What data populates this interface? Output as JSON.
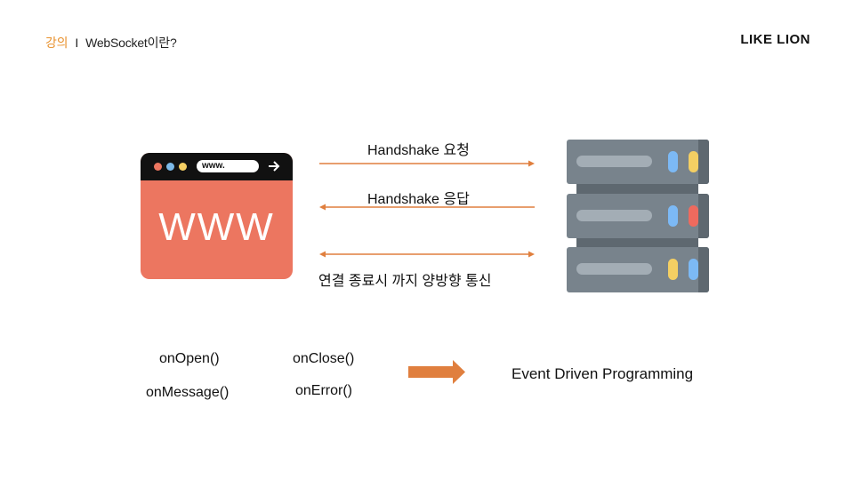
{
  "header": {
    "category": "강의",
    "separator": "I",
    "title": "WebSocket이란?",
    "logo": "LIKE LION"
  },
  "browser": {
    "url": "www.",
    "big_text": "WWW",
    "colors": {
      "body": "#ec7660",
      "bar": "#111111"
    }
  },
  "arrows": {
    "handshake_request": "Handshake 요청",
    "handshake_response": "Handshake 응답",
    "bidirectional": "연결 종료시 까지 양방향 통신",
    "color": "#e07f3e"
  },
  "server": {
    "led_colors": {
      "blue": "#7cb9f5",
      "yellow": "#f4cf63",
      "red": "#ee6a5e"
    }
  },
  "events": {
    "on_open": "onOpen()",
    "on_message": "onMessage()",
    "on_close": "onClose()",
    "on_error": "onError()"
  },
  "result": {
    "label": "Event Driven Programming"
  }
}
